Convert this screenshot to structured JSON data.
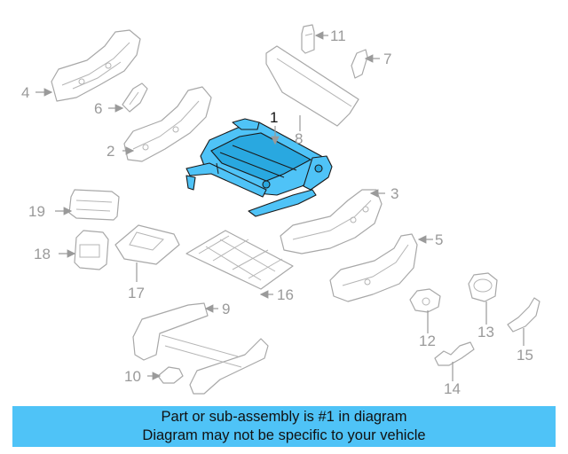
{
  "diagram": {
    "highlight_color": "#4fc3f7",
    "callouts": {
      "c1": "1",
      "c2": "2",
      "c3": "3",
      "c4": "4",
      "c5": "5",
      "c6": "6",
      "c7": "7",
      "c8": "8",
      "c9": "9",
      "c10": "10",
      "c11": "11",
      "c12": "12",
      "c13": "13",
      "c14": "14",
      "c15": "15",
      "c16": "16",
      "c17": "17",
      "c18": "18",
      "c19": "19"
    }
  },
  "banner": {
    "line1": "Part or sub-assembly is #1 in diagram",
    "line2": "Diagram may not be specific to your vehicle",
    "color": "#4fc3f7"
  }
}
